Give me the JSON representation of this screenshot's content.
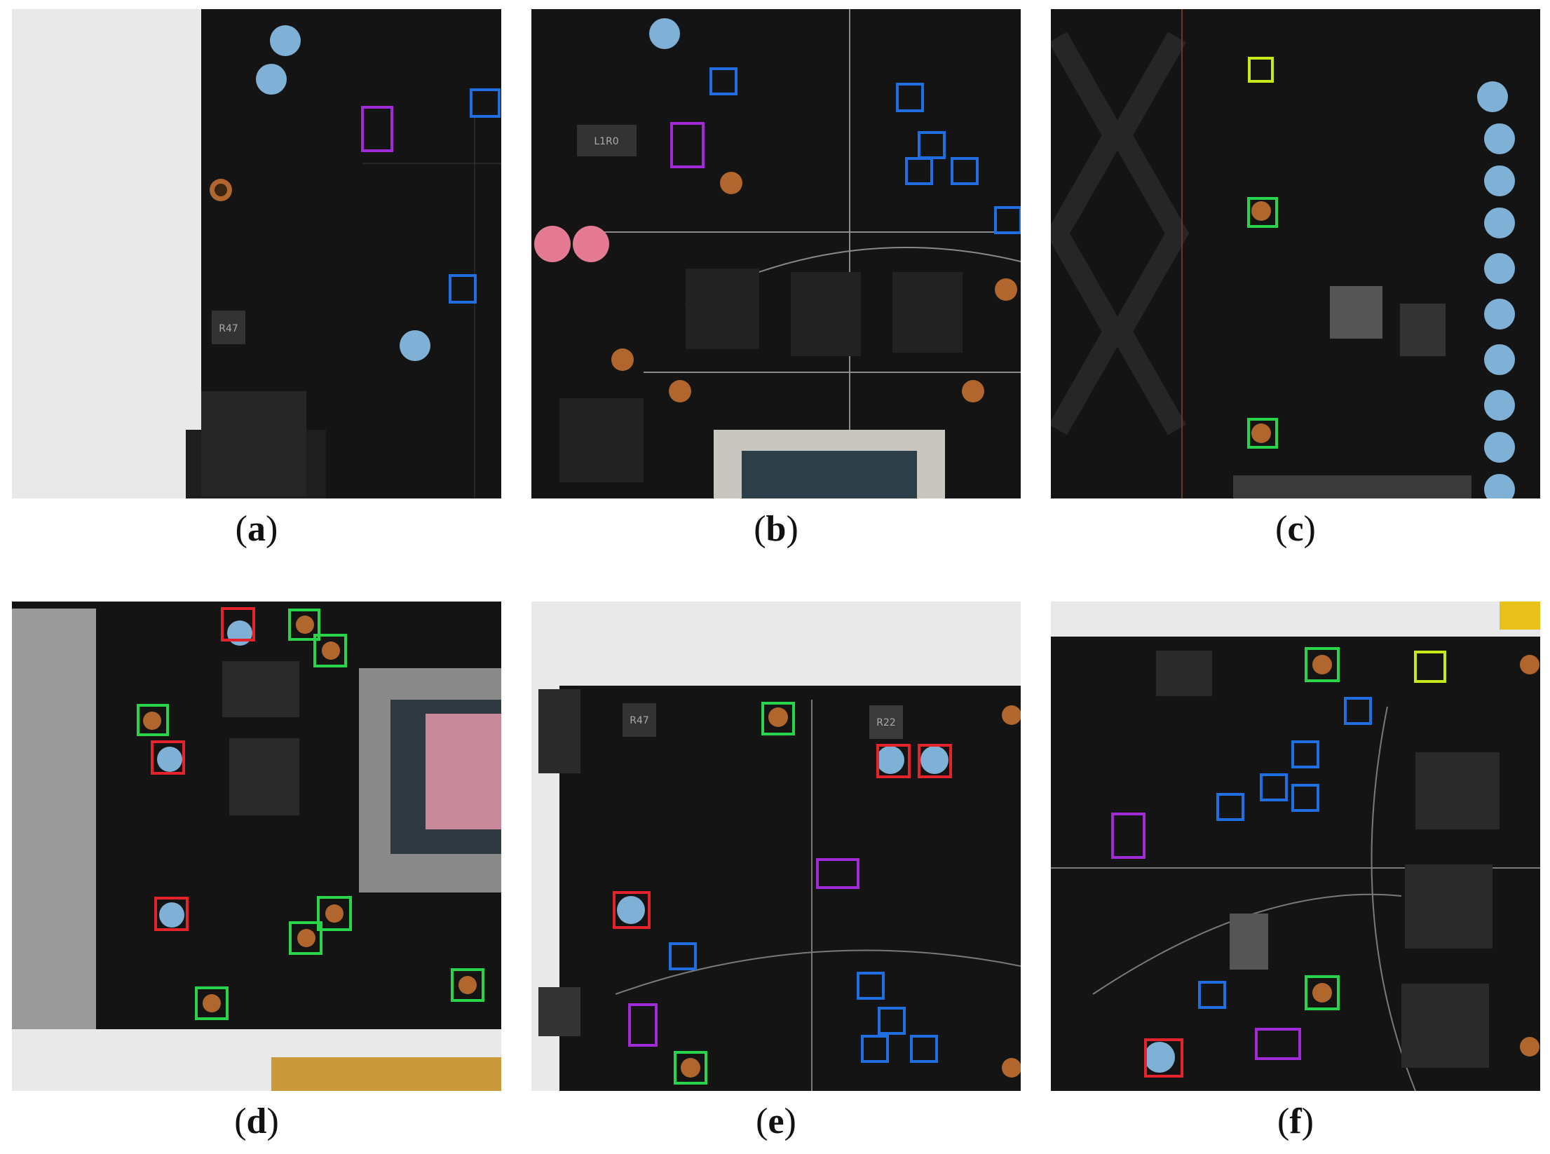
{
  "figure": {
    "panels": [
      {
        "id": "a",
        "caption_open": "(",
        "caption_letter": "a",
        "caption_close": ")",
        "markers": [
          {
            "color": "#a02ad6"
          },
          {
            "color": "#1f6fe0"
          },
          {
            "color": "#1f6fe0"
          }
        ]
      },
      {
        "id": "b",
        "caption_open": "(",
        "caption_letter": "b",
        "caption_close": ")",
        "markers": [
          {
            "color": "#a02ad6"
          },
          {
            "color": "#1f6fe0"
          },
          {
            "color": "#1f6fe0"
          },
          {
            "color": "#1f6fe0"
          },
          {
            "color": "#1f6fe0"
          },
          {
            "color": "#1f6fe0"
          },
          {
            "color": "#1f6fe0"
          }
        ]
      },
      {
        "id": "c",
        "caption_open": "(",
        "caption_letter": "c",
        "caption_close": ")",
        "markers": [
          {
            "color": "#c8e81a"
          },
          {
            "color": "#27d44a"
          },
          {
            "color": "#27d44a"
          }
        ]
      },
      {
        "id": "d",
        "caption_open": "(",
        "caption_letter": "d",
        "caption_close": ")",
        "markers": [
          {
            "color": "#e5232b"
          },
          {
            "color": "#e5232b"
          },
          {
            "color": "#e5232b"
          },
          {
            "color": "#27d44a"
          },
          {
            "color": "#27d44a"
          },
          {
            "color": "#27d44a"
          },
          {
            "color": "#27d44a"
          },
          {
            "color": "#27d44a"
          },
          {
            "color": "#27d44a"
          },
          {
            "color": "#27d44a"
          }
        ]
      },
      {
        "id": "e",
        "caption_open": "(",
        "caption_letter": "e",
        "caption_close": ")",
        "markers": [
          {
            "color": "#e5232b"
          },
          {
            "color": "#e5232b"
          },
          {
            "color": "#e5232b"
          },
          {
            "color": "#a02ad6"
          },
          {
            "color": "#a02ad6"
          },
          {
            "color": "#27d44a"
          },
          {
            "color": "#27d44a"
          },
          {
            "color": "#1f6fe0"
          },
          {
            "color": "#1f6fe0"
          },
          {
            "color": "#1f6fe0"
          },
          {
            "color": "#1f6fe0"
          },
          {
            "color": "#1f6fe0"
          }
        ]
      },
      {
        "id": "f",
        "caption_open": "(",
        "caption_letter": "f",
        "caption_close": ")",
        "markers": [
          {
            "color": "#e5232b"
          },
          {
            "color": "#a02ad6"
          },
          {
            "color": "#a02ad6"
          },
          {
            "color": "#c8e81a"
          },
          {
            "color": "#27d44a"
          },
          {
            "color": "#27d44a"
          },
          {
            "color": "#1f6fe0"
          },
          {
            "color": "#1f6fe0"
          },
          {
            "color": "#1f6fe0"
          },
          {
            "color": "#1f6fe0"
          },
          {
            "color": "#1f6fe0"
          },
          {
            "color": "#1f6fe0"
          }
        ]
      }
    ],
    "board_color": "#141414",
    "silkscreen_color": "#d8d8d8",
    "background_color": "#e9e9ea",
    "standoff_color": "#b0662c",
    "capacitor_color": "#7fb0d6",
    "component_labels": [
      "R47",
      "L1R0",
      "R22"
    ]
  }
}
